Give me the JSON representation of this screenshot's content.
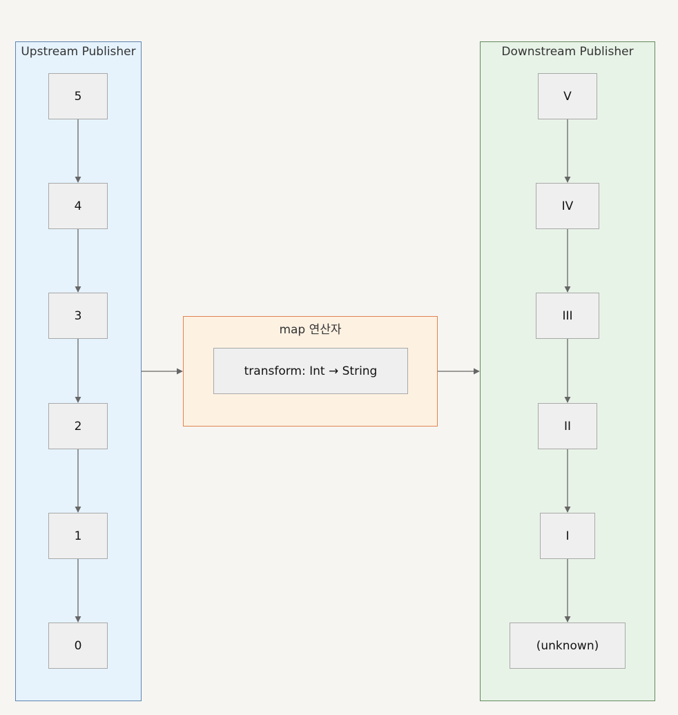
{
  "clusters": {
    "upstream": {
      "title": "Upstream Publisher",
      "items": [
        "5",
        "4",
        "3",
        "2",
        "1",
        "0"
      ]
    },
    "operator": {
      "title": "map 연산자",
      "node": "transform: Int → String"
    },
    "downstream": {
      "title": "Downstream Publisher",
      "items": [
        "V",
        "IV",
        "III",
        "II",
        "I",
        "(unknown)"
      ]
    }
  },
  "colors": {
    "background": "#f6f5f2",
    "upstream_fill": "#e6f3fd",
    "upstream_border": "#5c84ad",
    "downstream_fill": "#e8f3e7",
    "downstream_border": "#5f8a5a",
    "operator_fill": "#fdf1e2",
    "operator_border": "#e1824f",
    "node_fill": "#efefef",
    "node_border": "#a8a8a8",
    "edge": "#666666"
  }
}
